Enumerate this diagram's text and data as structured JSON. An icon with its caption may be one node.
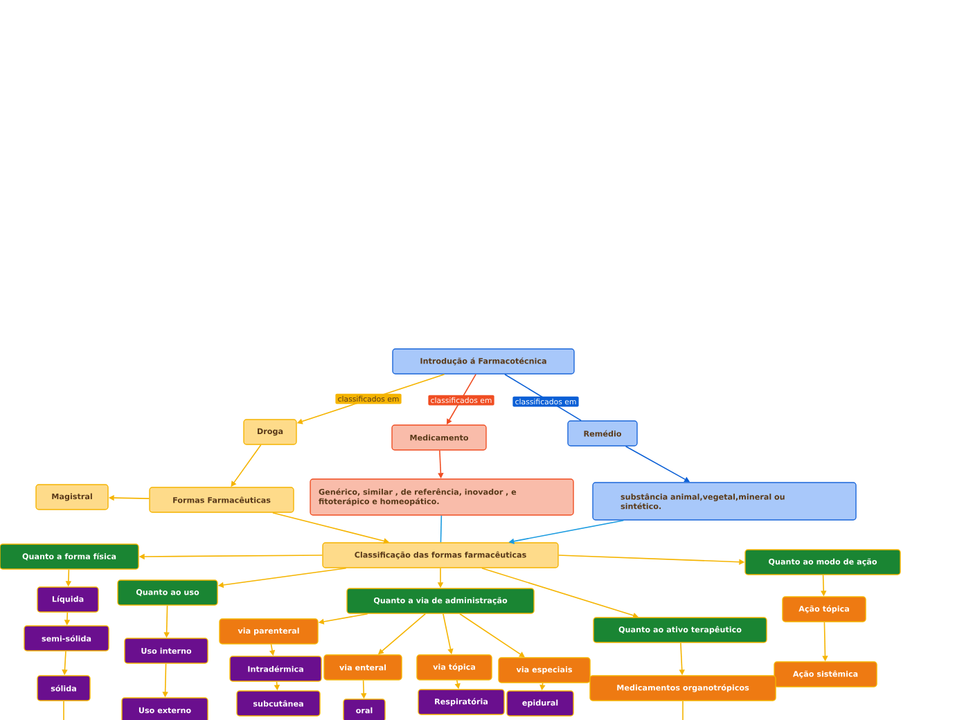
{
  "diagram": {
    "nodes": [
      {
        "text": [
          "Introdução á Farmacotécnica"
        ]
      },
      {
        "text": [
          "Droga"
        ]
      },
      {
        "text": [
          "Medicamento"
        ]
      },
      {
        "text": [
          "Remédio"
        ]
      },
      {
        "text": [
          "Formas Farmacêuticas"
        ]
      },
      {
        "text": [
          "Genérico, similar , de referência, inovador , e fitoterápico e homeopático."
        ]
      },
      {
        "text": [
          "substância animal,vegetal,mineral ou sintético."
        ]
      },
      {
        "text": [
          "Magistral"
        ]
      },
      {
        "text": [
          "Classificação das formas farmacêuticas"
        ]
      },
      {
        "text": [
          "Quanto a forma física"
        ]
      },
      {
        "text": [
          "Quanto ao modo de ação"
        ]
      },
      {
        "text": [
          "Quanto ao uso"
        ]
      },
      {
        "text": [
          "Quanto a via de administração"
        ]
      },
      {
        "text": [
          "Quanto ao ativo terapêutico"
        ]
      },
      {
        "text": [
          "Líquida"
        ]
      },
      {
        "text": [
          "semi-sólida"
        ]
      },
      {
        "text": [
          "sólida"
        ]
      },
      {
        "text": [
          "Uso interno"
        ]
      },
      {
        "text": [
          "Uso externo"
        ]
      },
      {
        "text": [
          "via parenteral"
        ]
      },
      {
        "text": [
          "Intradérmica"
        ]
      },
      {
        "text": [
          "subcutânea"
        ]
      },
      {
        "text": [
          "via enteral"
        ]
      },
      {
        "text": [
          "oral"
        ]
      },
      {
        "text": [
          "via tópica"
        ]
      },
      {
        "text": [
          "Respiratória"
        ]
      },
      {
        "text": [
          "via especiais"
        ]
      },
      {
        "text": [
          "epidural"
        ]
      },
      {
        "text": [
          "Ação tópica"
        ]
      },
      {
        "text": [
          "Ação sistêmica"
        ]
      },
      {
        "text": [
          "Medicamentos organotrópicos"
        ]
      }
    ],
    "edges": [
      {
        "from": 0,
        "to": 1,
        "arrow": "to",
        "label": "classificados em"
      },
      {
        "from": 0,
        "to": 2,
        "arrow": "to",
        "label": "classificados em",
        "color": "#f04e23"
      },
      {
        "from": 0,
        "to": 3,
        "arrow": "none",
        "label": "classificados em",
        "color": "#0a5fd6"
      },
      {
        "from": 1,
        "to": 4,
        "arrow": "to"
      },
      {
        "from": 2,
        "to": 5,
        "arrow": "to",
        "color": "#f04e23"
      },
      {
        "from": 3,
        "to": 6,
        "arrow": "to",
        "color": "#0a5fd6"
      },
      {
        "from": 4,
        "to": 7,
        "arrow": "to"
      },
      {
        "from": 4,
        "to": 8,
        "arrow": "to"
      },
      {
        "from": 5,
        "to": 8,
        "arrow": "none",
        "color": "#1a9be0"
      },
      {
        "from": 6,
        "to": 8,
        "arrow": "to",
        "color": "#1a9be0"
      },
      {
        "from": 8,
        "to": 9,
        "arrow": "to"
      },
      {
        "from": 8,
        "to": 11,
        "arrow": "to"
      },
      {
        "from": 8,
        "to": 12,
        "arrow": "to"
      },
      {
        "from": 8,
        "to": 10,
        "arrow": "to"
      },
      {
        "from": 8,
        "to": 13,
        "arrow": "to"
      },
      {
        "from": 9,
        "to": 14,
        "arrow": "to"
      },
      {
        "from": 14,
        "to": 15,
        "arrow": "to"
      },
      {
        "from": 15,
        "to": 16,
        "arrow": "to"
      },
      {
        "from": 16,
        "to": null,
        "arrow": "none"
      },
      {
        "from": 11,
        "to": 17,
        "arrow": "to"
      },
      {
        "from": 17,
        "to": 18,
        "arrow": "to"
      },
      {
        "from": 12,
        "to": 19,
        "arrow": "to"
      },
      {
        "from": 12,
        "to": 22,
        "arrow": "to"
      },
      {
        "from": 12,
        "to": 24,
        "arrow": "to"
      },
      {
        "from": 12,
        "to": 26,
        "arrow": "to"
      },
      {
        "from": 19,
        "to": 20,
        "arrow": "to"
      },
      {
        "from": 20,
        "to": 21,
        "arrow": "to"
      },
      {
        "from": 22,
        "to": 23,
        "arrow": "to"
      },
      {
        "from": 24,
        "to": 25,
        "arrow": "to"
      },
      {
        "from": 26,
        "to": 27,
        "arrow": "to"
      },
      {
        "from": 10,
        "to": 28,
        "arrow": "to"
      },
      {
        "from": 28,
        "to": 29,
        "arrow": "to"
      },
      {
        "from": 13,
        "to": 30,
        "arrow": "to"
      },
      {
        "from": 30,
        "to": null,
        "arrow": "none"
      }
    ]
  }
}
